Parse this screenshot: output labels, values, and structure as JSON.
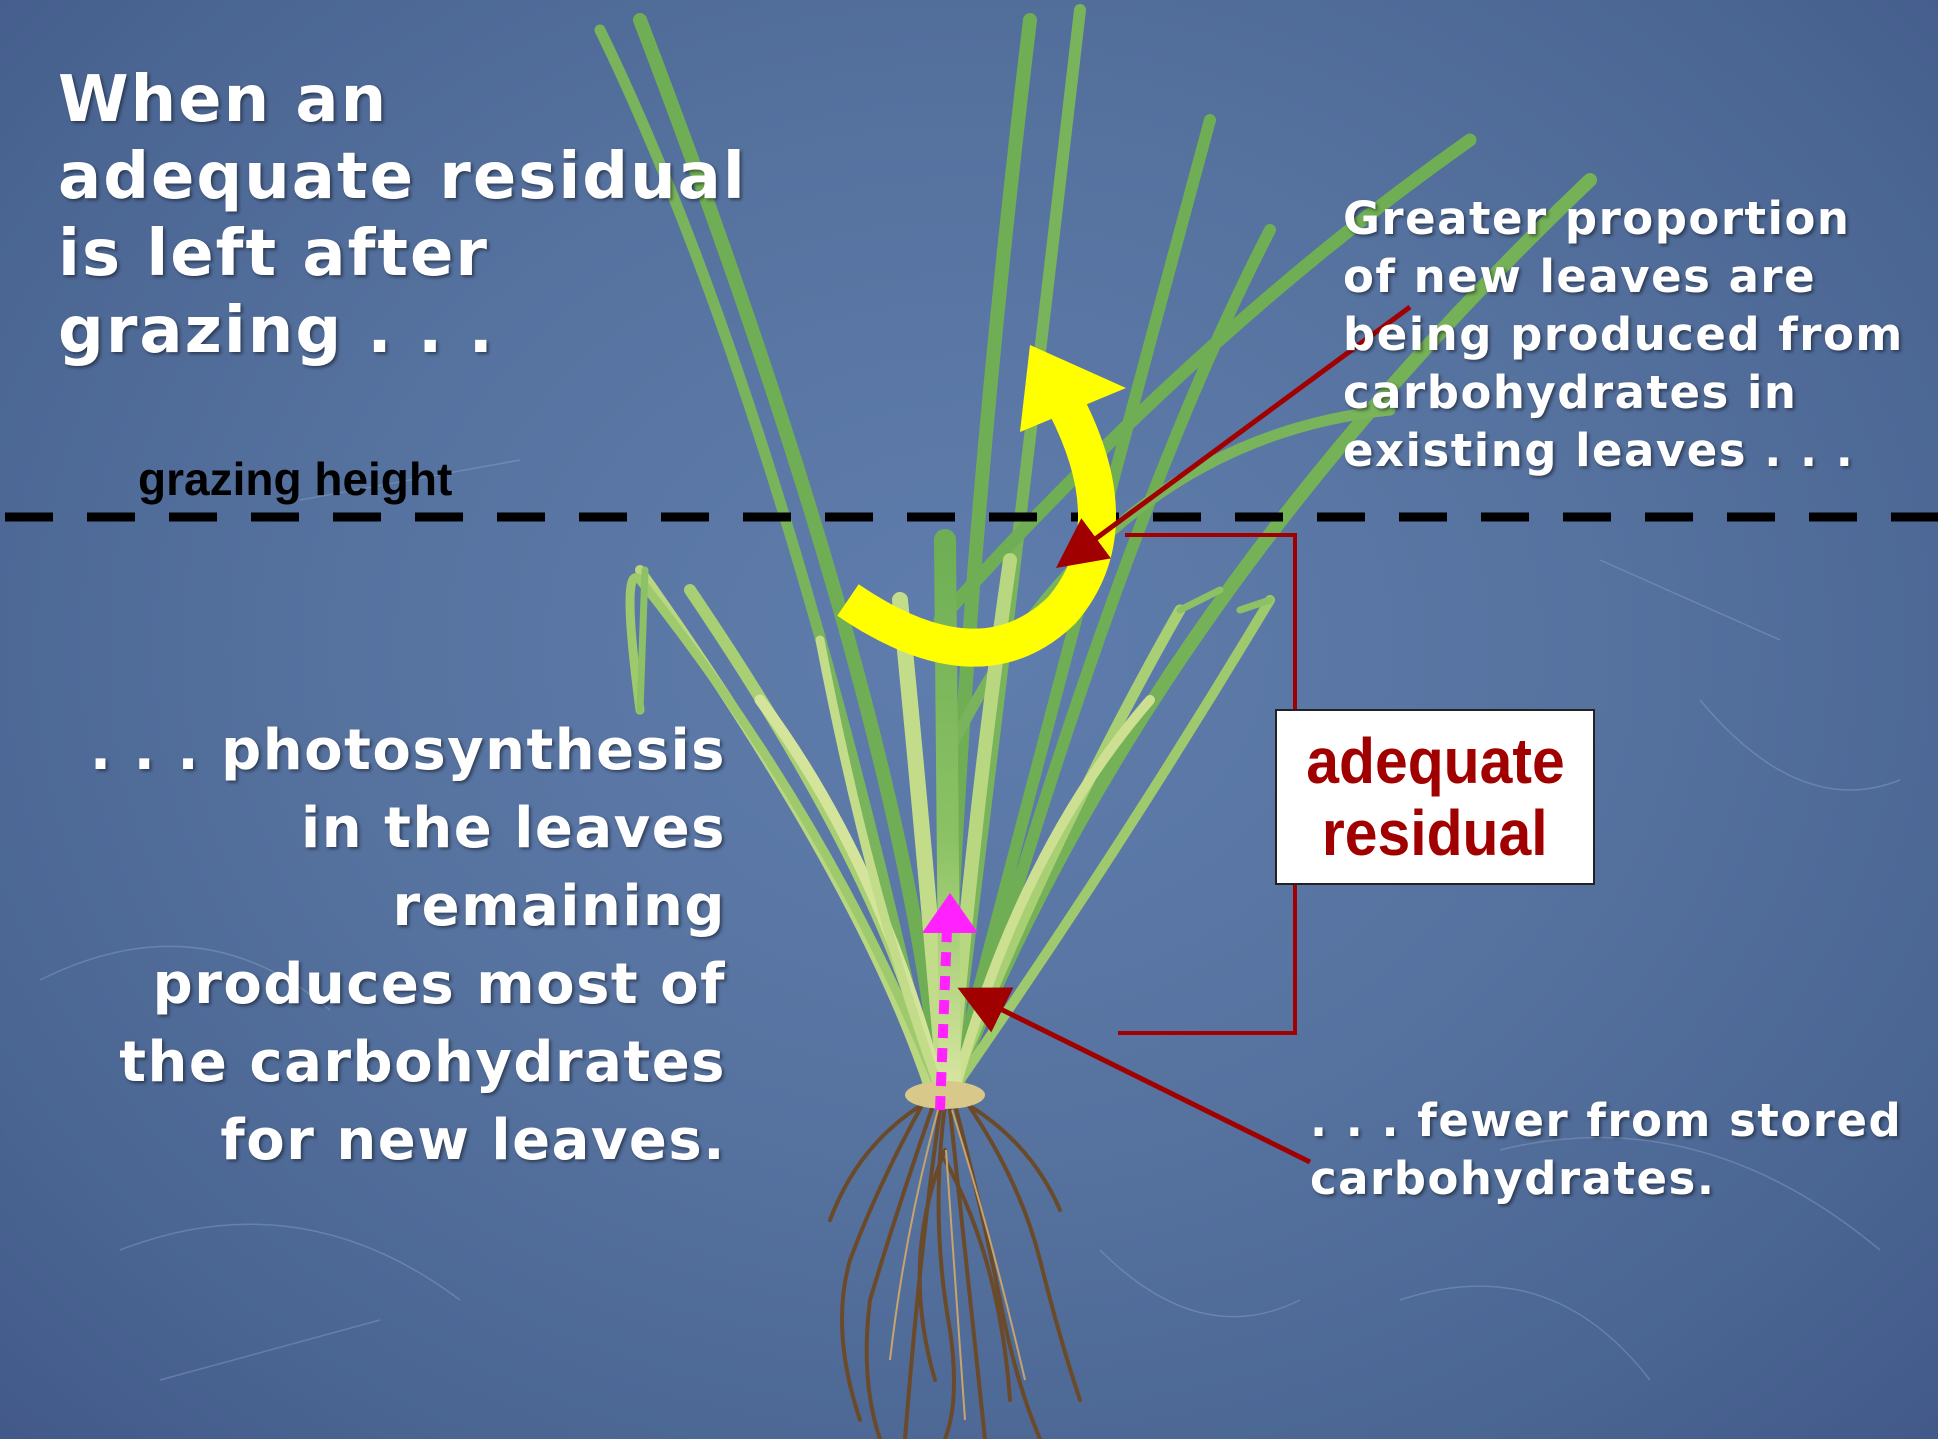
{
  "intro_text": "When an\nadequate residual\nis left after\ngrazing . . .",
  "grazing_height_label": "grazing height",
  "greater_text": "Greater proportion\nof new leaves are\nbeing produced from\ncarbohydrates in\nexisting leaves . . .",
  "residual_box": {
    "line1": "adequate",
    "line2": "residual"
  },
  "photosynthesis_text": ". . . photosynthesis\nin the leaves\nremaining\nproduces  most of\nthe carbohydrates\nfor new leaves.",
  "fewer_text": ". . . fewer from stored\ncarbohydrates.",
  "colors": {
    "background": "#56729f",
    "text": "#ffffff",
    "arrows_and_bracket": "#a00000",
    "cycle_arrow": "#ffff00",
    "stored_carbohydrate_arrow": "#ff22ff",
    "grazing_line": "#000000",
    "leaf": "#7fb85a",
    "root": "#6b4a2a"
  },
  "icons": {
    "cycle": "yellow-curved-arrow-icon",
    "upward_flow": "magenta-dotted-up-arrow-icon"
  }
}
